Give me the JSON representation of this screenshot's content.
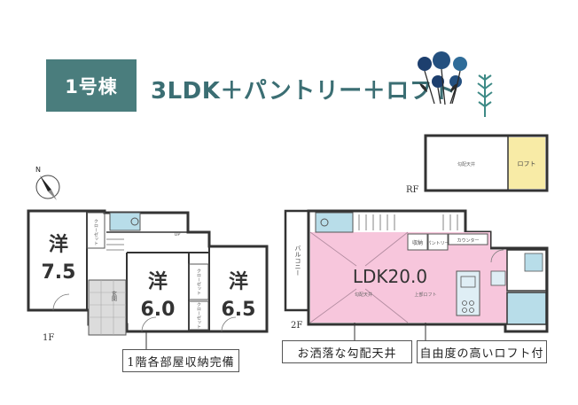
{
  "header": {
    "building_label": "1号棟",
    "layout_title": "3LDK＋パントリー＋ロフト"
  },
  "floors": {
    "first": "1F",
    "second": "2F",
    "roof": "RF"
  },
  "rooms_1f": {
    "room_a_kind": "洋",
    "room_a_size": "7.5",
    "room_b_kind": "洋",
    "room_b_size": "6.0",
    "room_c_kind": "洋",
    "room_c_size": "6.5",
    "closet_a": "クローゼット",
    "closet_b": "クローゼット",
    "closet_c": "クローゼット",
    "entrance": "玄関",
    "wc": "UP"
  },
  "rooms_2f": {
    "ldk": "LDK20.0",
    "balcony": "バルコニー",
    "storage": "収納",
    "pantry": "パントリー",
    "counter": "カウンター",
    "ceiling_note": "勾配天井",
    "loft_hatch_note": "上部ロフト"
  },
  "rooms_rf": {
    "loft": "ロフト",
    "ceiling": "勾配天井"
  },
  "captions": {
    "storage": "1階各部屋収納完備",
    "ceiling": "お洒落な勾配天井",
    "loft": "自由度の高いロフト付"
  },
  "icons": {
    "compass": "compass-north-icon",
    "flowers": "flower-decoration-icon",
    "sprig": "leaf-sprig-icon"
  },
  "colors": {
    "badge": "#4a7d7d",
    "title": "#3b6e73",
    "ldk_fill": "#f7c6dc",
    "loft_fill": "#f8eba6",
    "wet_fill": "#b8dde9"
  }
}
